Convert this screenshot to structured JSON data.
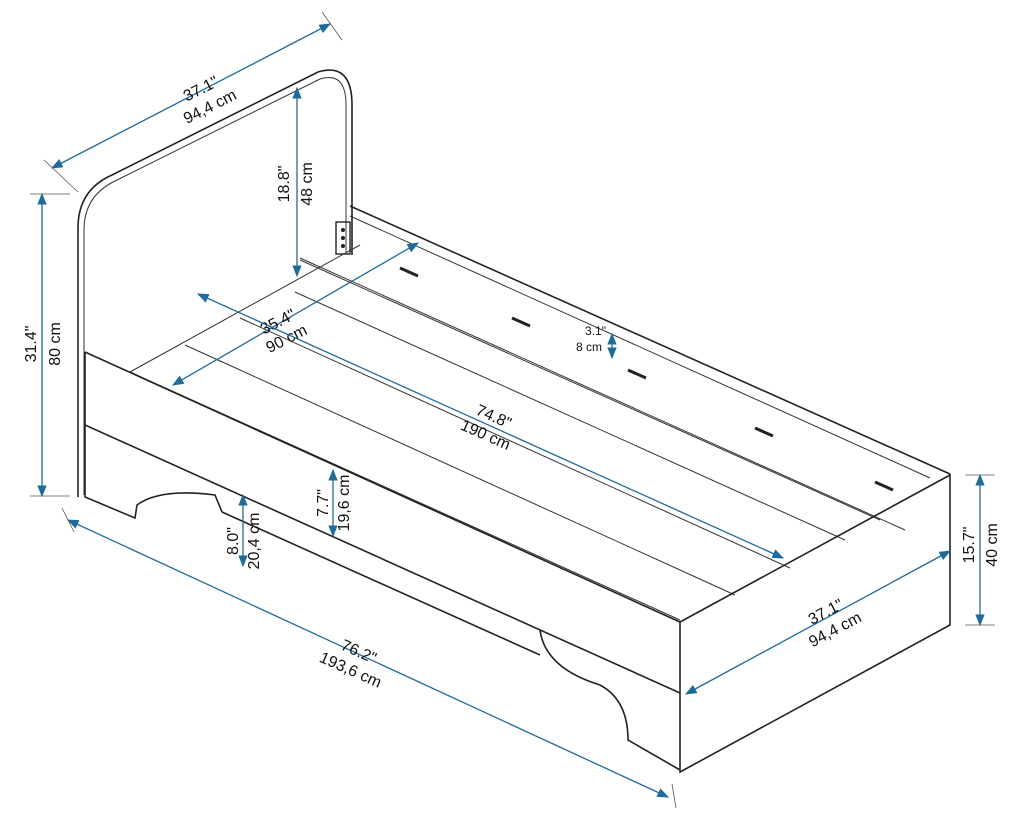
{
  "title": "Bed dimensions diagram",
  "accent_color": "#1f6b9a",
  "dimensions": {
    "headboard_width": {
      "in": "37.1\"",
      "cm": "94,4 cm"
    },
    "headboard_height_above_frame": {
      "in": "18.8\"",
      "cm": "48 cm"
    },
    "total_height": {
      "in": "31.4\"",
      "cm": "80 cm"
    },
    "mattress_width": {
      "in": "35.4\"",
      "cm": "90 cm"
    },
    "slat_depth": {
      "in": "3.1\"",
      "cm": "8 cm"
    },
    "mattress_length": {
      "in": "74.8\"",
      "cm": "190 cm"
    },
    "side_rail_height": {
      "in": "7.7\"",
      "cm": "19,6 cm"
    },
    "floor_clearance": {
      "in": "8.0\"",
      "cm": "20,4 cm"
    },
    "total_length": {
      "in": "76.2\"",
      "cm": "193,6 cm"
    },
    "footboard_width": {
      "in": "37.1\"",
      "cm": "94,4 cm"
    },
    "footboard_height": {
      "in": "15.7\"",
      "cm": "40 cm"
    }
  }
}
